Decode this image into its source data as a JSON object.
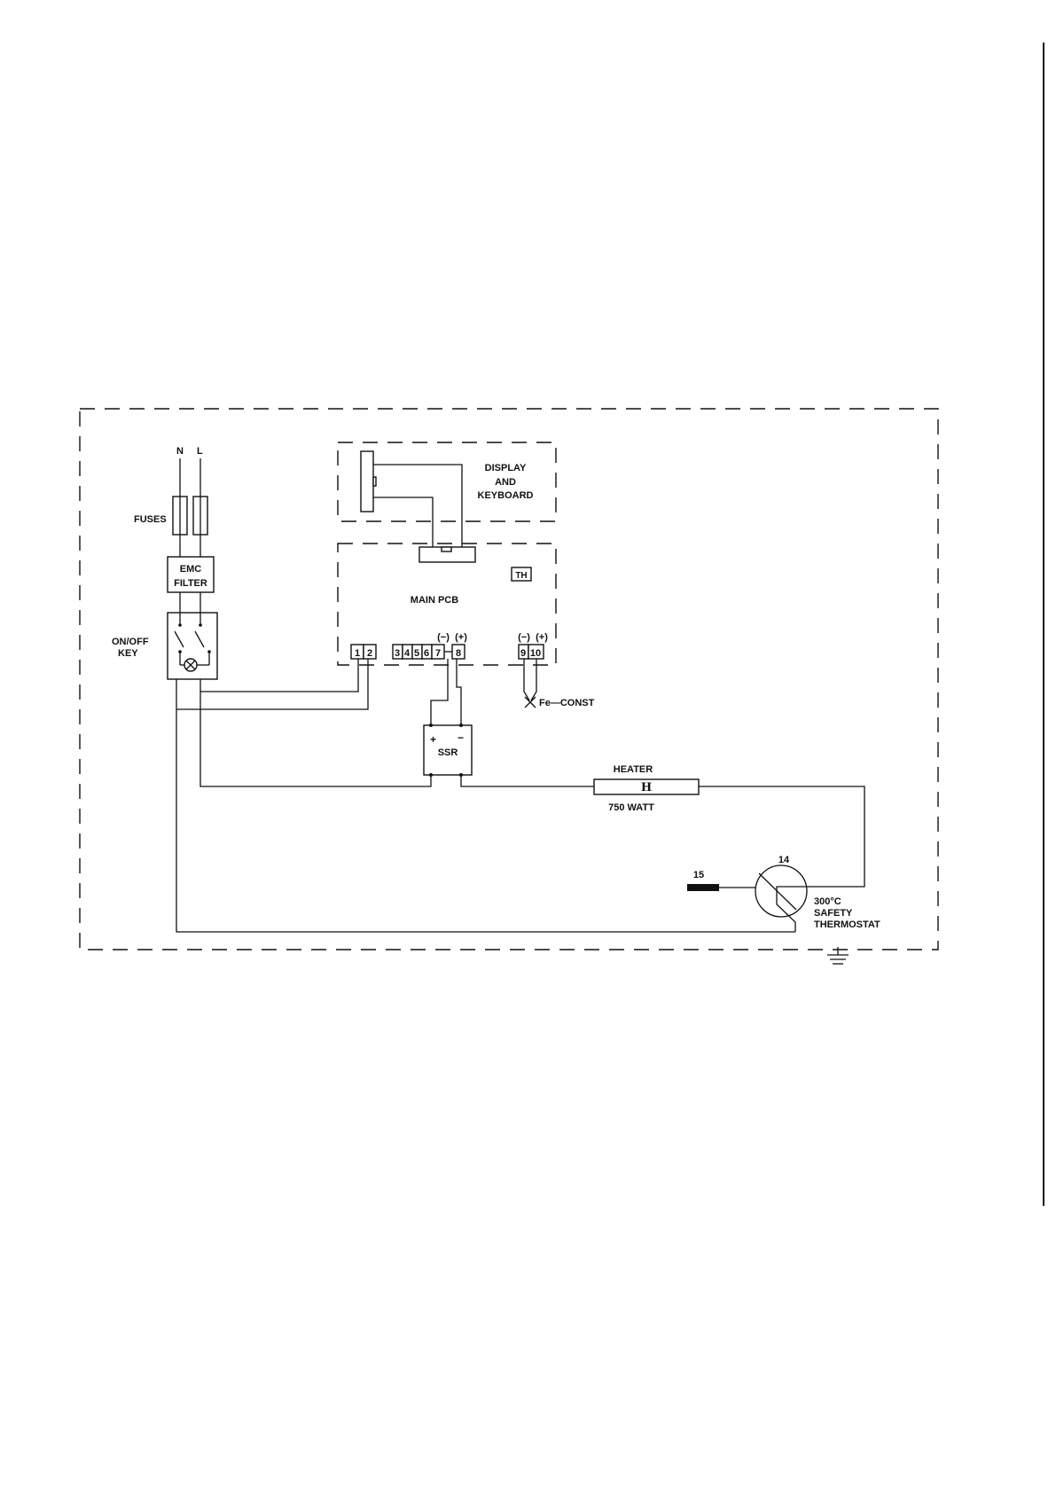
{
  "supply": {
    "neutral": "N",
    "live": "L"
  },
  "labels": {
    "fuses": "FUSES",
    "emc_filter": [
      "EMC",
      "FILTER"
    ],
    "on_off_key": [
      "ON/OFF",
      "KEY"
    ],
    "display_keyboard": [
      "DISPLAY",
      "AND",
      "KEYBOARD"
    ],
    "main_pcb": "MAIN PCB",
    "th": "TH",
    "fe_const": "Fe—CONST",
    "ssr": "SSR",
    "ssr_plus": "+",
    "ssr_minus": "−",
    "heater": "HEATER",
    "heater_symbol": "H",
    "heater_watt": "750 WATT",
    "thermostat_num": "14",
    "sensor_num": "15",
    "thermostat": [
      "300°C",
      "SAFETY",
      "THERMOSTAT"
    ]
  },
  "terminals": [
    "1",
    "2",
    "3",
    "4",
    "5",
    "6",
    "7",
    "8",
    "9",
    "10"
  ],
  "polarity": {
    "t7": "(−)",
    "t8": "(+)",
    "t9": "(−)",
    "t10": "(+)"
  },
  "colors": {
    "ink": "#111111",
    "paper": "#ffffff"
  }
}
